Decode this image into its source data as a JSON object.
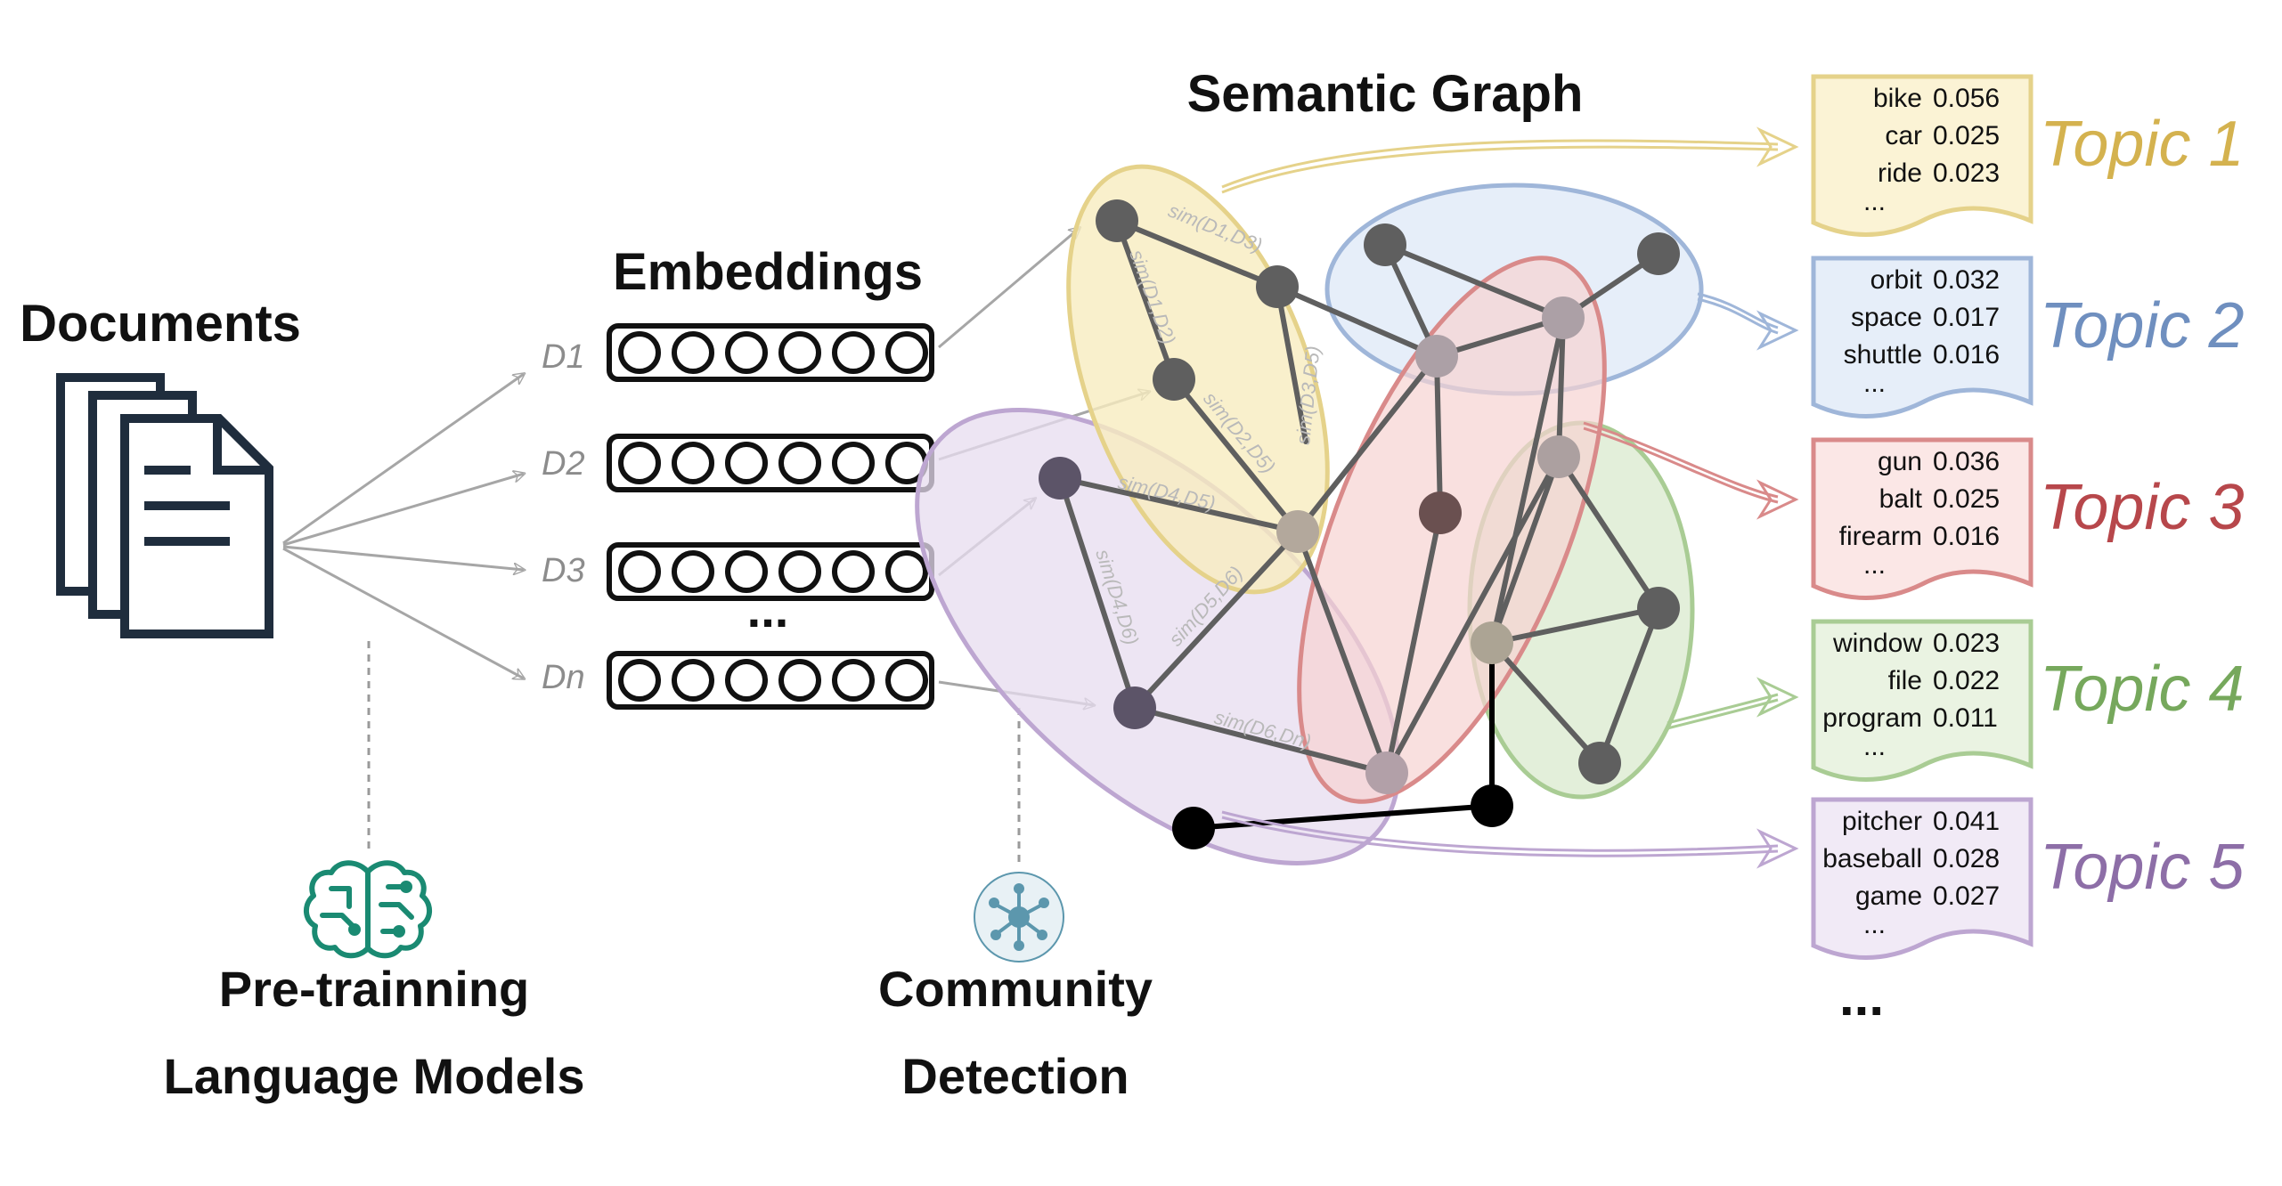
{
  "titles": {
    "documents": "Documents",
    "embeddings": "Embeddings",
    "semantic_graph": "Semantic Graph",
    "plm_line1": "Pre-trainning",
    "plm_line2": "Language Models",
    "cd_line1": "Community",
    "cd_line2": "Detection"
  },
  "doc_labels": [
    "D1",
    "D2",
    "D3",
    "Dn"
  ],
  "embedding_ellipsis": "...",
  "edge_labels": {
    "d1d3": "sim(D1,D3)",
    "d1d2": "sim(D1,D2)",
    "d2d5": "sim(D2,D5)",
    "d3d5": "sim(D3,D5)",
    "d4d5": "sim(D4,D5)",
    "d4d6": "sim(D4,D6)",
    "d5d6": "sim(D5,D6)",
    "d6dn": "sim(D6,Dn)"
  },
  "topics": [
    {
      "title": "Topic 1",
      "color": "#d4b24f",
      "fill": "#fbf3d5",
      "stroke": "#e5d28a",
      "words": [
        {
          "w": "bike",
          "p": "0.056"
        },
        {
          "w": "car",
          "p": "0.025"
        },
        {
          "w": "ride",
          "p": "0.023"
        }
      ],
      "more": "..."
    },
    {
      "title": "Topic 2",
      "color": "#6f8fbf",
      "fill": "#e6eef9",
      "stroke": "#9fb6d9",
      "words": [
        {
          "w": "orbit",
          "p": "0.032"
        },
        {
          "w": "space",
          "p": "0.017"
        },
        {
          "w": "shuttle",
          "p": "0.016"
        }
      ],
      "more": "..."
    },
    {
      "title": "Topic 3",
      "color": "#b7474b",
      "fill": "#fbe7e6",
      "stroke": "#d98a8a",
      "words": [
        {
          "w": "gun",
          "p": "0.036"
        },
        {
          "w": "balt",
          "p": "0.025"
        },
        {
          "w": "firearm",
          "p": "0.016"
        }
      ],
      "more": "..."
    },
    {
      "title": "Topic 4",
      "color": "#76a85c",
      "fill": "#eaf3e2",
      "stroke": "#a9cc94",
      "words": [
        {
          "w": "window",
          "p": "0.023"
        },
        {
          "w": "file",
          "p": "0.022"
        },
        {
          "w": "program",
          "p": "0.011"
        }
      ],
      "more": "..."
    },
    {
      "title": "Topic 5",
      "color": "#8d6ea7",
      "fill": "#f1eaf6",
      "stroke": "#bda6d1",
      "words": [
        {
          "w": "pitcher",
          "p": "0.041"
        },
        {
          "w": "baseball",
          "p": "0.028"
        },
        {
          "w": "game",
          "p": "0.027"
        }
      ],
      "more": "..."
    }
  ],
  "topics_ellipsis": "...",
  "colors": {
    "doc_icon": "#1f2d3d",
    "brain_icon": "#1a8a72",
    "community_icon": "#5c97ad",
    "node": "#5f5f5f",
    "arrow_gray": "#a6a6a6"
  },
  "icons": [
    "document-stack-icon",
    "brain-circuit-icon",
    "community-network-icon"
  ]
}
